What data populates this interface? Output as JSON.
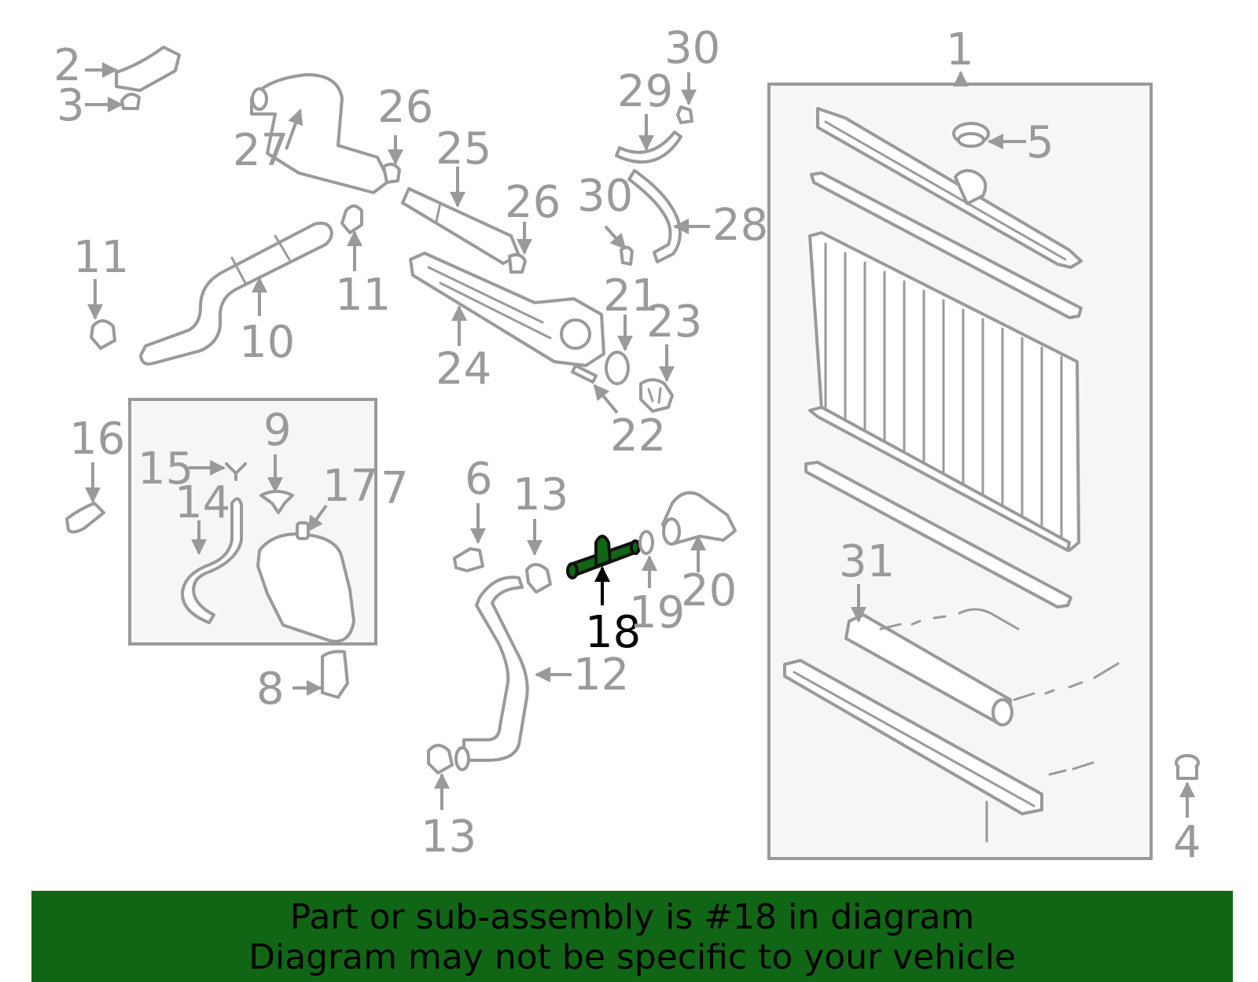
{
  "highlight_color": "#116616",
  "highlighted_part": "18",
  "callouts": {
    "c1": "1",
    "c2": "2",
    "c3": "3",
    "c4": "4",
    "c5": "5",
    "c6": "6",
    "c7": "7",
    "c8": "8",
    "c9": "9",
    "c10": "10",
    "c11a": "11",
    "c11b": "11",
    "c12": "12",
    "c13a": "13",
    "c13b": "13",
    "c14": "14",
    "c15": "15",
    "c16": "16",
    "c17": "17",
    "c18": "18",
    "c19": "19",
    "c20": "20",
    "c21": "21",
    "c22": "22",
    "c23": "23",
    "c24": "24",
    "c25": "25",
    "c26a": "26",
    "c26b": "26",
    "c27": "27",
    "c28": "28",
    "c29": "29",
    "c30a": "30",
    "c30b": "30",
    "c31": "31"
  },
  "banner": {
    "line1": "Part or sub-assembly is #18 in diagram",
    "line2": "Diagram may not be specific to your vehicle"
  }
}
